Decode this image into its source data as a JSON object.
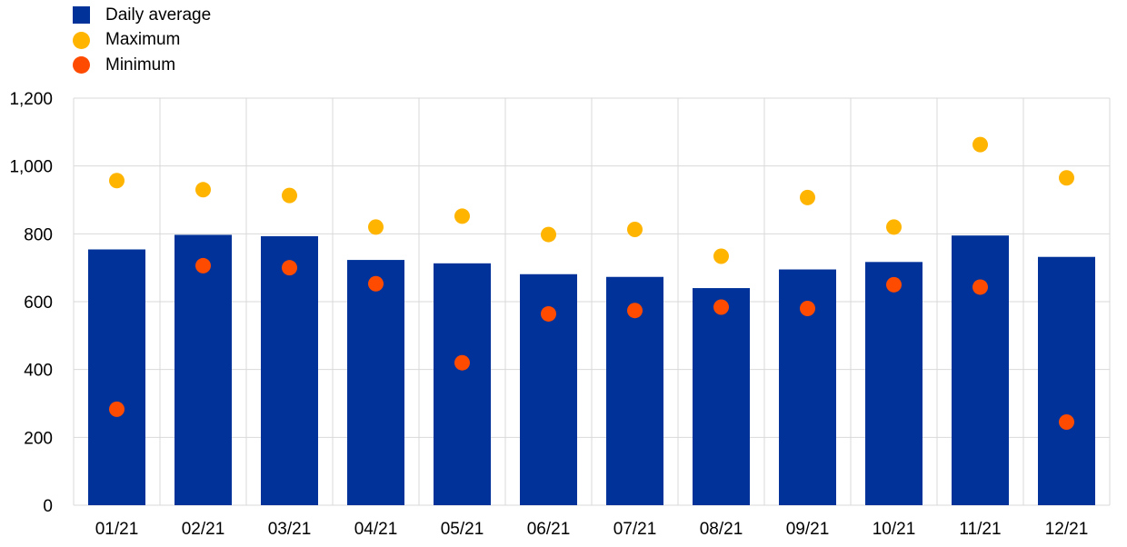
{
  "chart_data": {
    "type": "bar",
    "categories": [
      "01/21",
      "02/21",
      "03/21",
      "04/21",
      "05/21",
      "06/21",
      "07/21",
      "08/21",
      "09/21",
      "10/21",
      "11/21",
      "12/21"
    ],
    "series": [
      {
        "name": "Daily average",
        "kind": "bar",
        "color": "#003299",
        "values": [
          754,
          797,
          793,
          723,
          713,
          681,
          673,
          640,
          695,
          717,
          795,
          732
        ]
      },
      {
        "name": "Maximum",
        "kind": "point",
        "color": "#FFB400",
        "values": [
          957,
          930,
          913,
          820,
          852,
          798,
          813,
          734,
          907,
          820,
          1063,
          965
        ]
      },
      {
        "name": "Minimum",
        "kind": "point",
        "color": "#FF4B00",
        "values": [
          283,
          706,
          700,
          653,
          420,
          564,
          574,
          584,
          580,
          650,
          643,
          245
        ]
      }
    ],
    "y_ticks": [
      "0",
      "200",
      "400",
      "600",
      "800",
      "1,000",
      "1,200"
    ],
    "ylim": [
      0,
      1200
    ],
    "grid": true,
    "legend_position": "top-left",
    "title": "",
    "xlabel": "",
    "ylabel": ""
  }
}
